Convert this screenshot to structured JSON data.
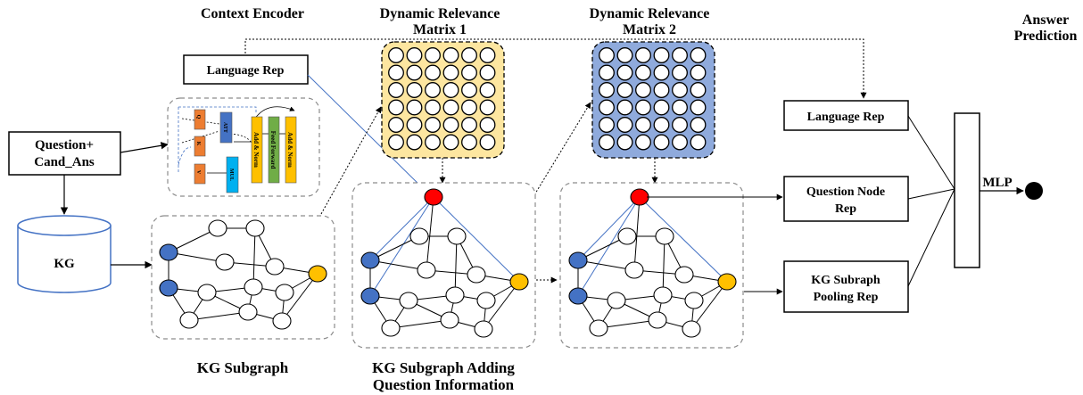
{
  "headings": {
    "context_encoder": "Context Encoder",
    "matrix1": [
      "Dynamic Relevance",
      "Matrix 1"
    ],
    "matrix2": [
      "Dynamic Relevance",
      "Matrix 2"
    ],
    "answer_prediction": [
      "Answer",
      "Prediction"
    ]
  },
  "boxes": {
    "question": [
      "Question+",
      "Cand_Ans"
    ],
    "kg": "KG",
    "language_rep_top": "Language Rep",
    "language_rep_right": "Language Rep",
    "question_node_rep": [
      "Question Node",
      "Rep"
    ],
    "kg_pooling_rep": [
      "KG Subraph",
      "Pooling Rep"
    ],
    "mlp": "MLP"
  },
  "encoder_labels": {
    "q": "Q",
    "k": "K",
    "v": "V",
    "att": "ATT",
    "mul": "MUL",
    "add_norm_1": "Add & Norm",
    "feed_forward": "Feed Forward",
    "add_norm_2": "Add & Norm"
  },
  "captions": {
    "kg_subgraph": "KG Subgraph",
    "kg_subgraph_adding": [
      "KG Subgraph Adding",
      "Question Information"
    ]
  },
  "colors": {
    "matrix1_fill": "#fde6a0",
    "matrix2_fill": "#8faadc",
    "node_blue": "#4472c4",
    "node_yellow": "#ffc000",
    "node_red": "#ff0000",
    "q_k_v_orange": "#ed7d31",
    "att_blue": "#4472c4",
    "mul_cyan": "#00b0f0",
    "add_norm_yellow": "#ffc000",
    "feed_forward_green": "#70ad47",
    "link_blue": "#4472c4",
    "dashed_gray": "#8c8c8c"
  }
}
